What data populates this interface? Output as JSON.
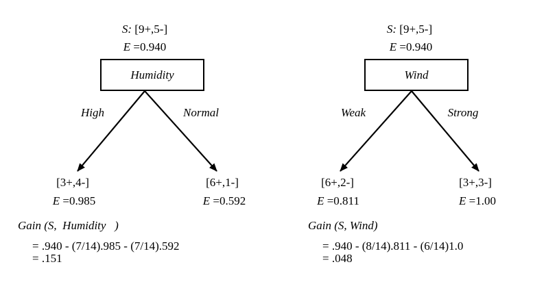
{
  "trees": [
    {
      "root_set": "[9+,5-]",
      "root_set_label": "S:",
      "root_entropy": "0.940",
      "entropy_label": "E",
      "attribute": "Humidity",
      "branches": [
        {
          "value": "High",
          "set": "[3+,4-]",
          "entropy": "0.985"
        },
        {
          "value": "Normal",
          "set": "[6+,1-]",
          "entropy": "0.592"
        }
      ],
      "gain_title": "Gain (S,  Humidity   )",
      "gain_line1": "= .940 - (7/14).985 - (7/14).592",
      "gain_line2": "= .151"
    },
    {
      "root_set": "[9+,5-]",
      "root_set_label": "S:",
      "root_entropy": "0.940",
      "entropy_label": "E",
      "attribute": "Wind",
      "branches": [
        {
          "value": "Weak",
          "set": "[6+,2-]",
          "entropy": "0.811"
        },
        {
          "value": "Strong",
          "set": "[3+,3-]",
          "entropy": "1.00"
        }
      ],
      "gain_title": "Gain (S, Wind)",
      "gain_line1": "= .940 - (8/14).811 - (6/14)1.0",
      "gain_line2": "= .048"
    }
  ],
  "colors": {
    "ink": "#000000",
    "background": "#ffffff"
  }
}
